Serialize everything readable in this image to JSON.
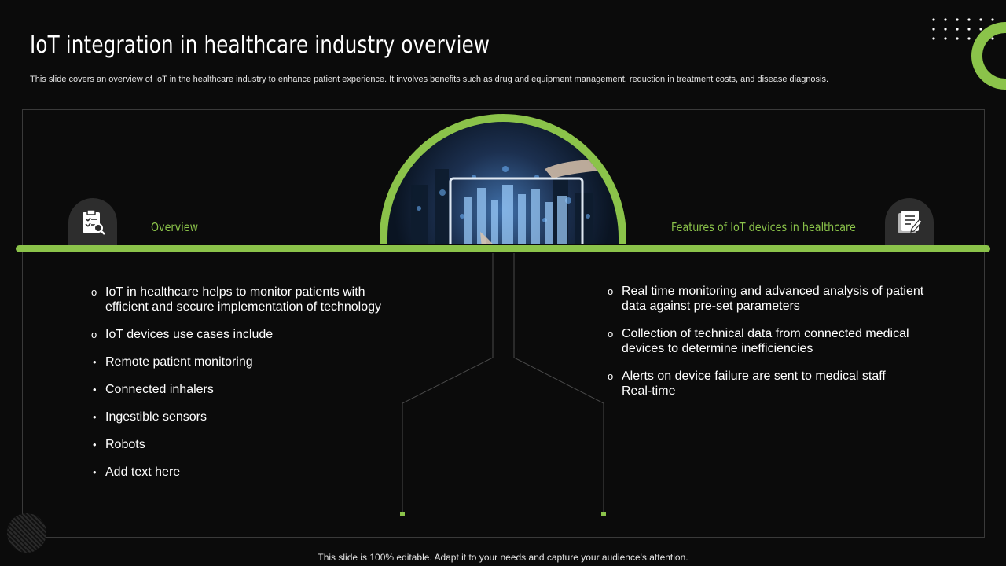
{
  "header": {
    "title": "IoT integration in healthcare industry overview",
    "subtitle": "This slide covers an overview of IoT in the healthcare industry to enhance patient experience. It involves benefits such as drug and equipment management, reduction in treatment costs, and disease diagnosis."
  },
  "left": {
    "label": "Overview",
    "icon": "clipboard-search-icon",
    "items": [
      {
        "text": "IoT in healthcare helps to monitor patients with",
        "text2": "efficient and secure implementation of technology",
        "style": "circle"
      },
      {
        "text": "IoT devices use cases include",
        "style": "circle"
      },
      {
        "text": "Remote patient monitoring",
        "style": "dot"
      },
      {
        "text": "Connected inhalers",
        "style": "dot"
      },
      {
        "text": "Ingestible sensors",
        "style": "dot"
      },
      {
        "text": "Robots",
        "style": "dot"
      },
      {
        "text": "Add text here",
        "style": "dot"
      }
    ]
  },
  "right": {
    "label": "Features  of IoT devices in healthcare",
    "icon": "document-edit-icon",
    "items": [
      {
        "text": "Real time monitoring and advanced analysis of patient",
        "text2": "data against pre-set parameters"
      },
      {
        "text": "Collection of technical data from connected medical",
        "text2": "devices to determine inefficiencies"
      },
      {
        "text": "Alerts on device failure are sent to medical staff",
        "text2": "Real-time"
      }
    ]
  },
  "colors": {
    "accent": "#8bc34a",
    "background": "#0b0b0b"
  },
  "footer": "This slide is 100% editable. Adapt it to your needs and capture your audience's attention."
}
